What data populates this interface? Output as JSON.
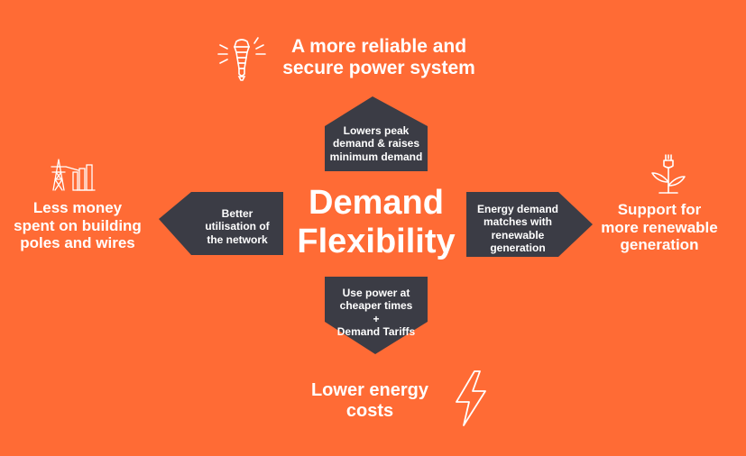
{
  "colors": {
    "background": "#FF6B35",
    "arrow": "#3B3C45",
    "text": "#FFFFFF"
  },
  "center": {
    "line1": "Demand",
    "line2": "Flexibility"
  },
  "arrows": {
    "up": {
      "line1": "Lowers peak",
      "line2": "demand & raises",
      "line3": "minimum demand"
    },
    "left": {
      "line1": "Better",
      "line2": "utilisation of",
      "line3": "the network"
    },
    "right": {
      "line1": "Energy demand",
      "line2": "matches with",
      "line3": "renewable",
      "line4": "generation"
    },
    "down": {
      "line1": "Use power at",
      "line2": "cheaper times",
      "line3": "+",
      "line4": "Demand Tariffs"
    }
  },
  "outcomes": {
    "top": {
      "line1": "A more reliable and",
      "line2": "secure power system",
      "icon": "lightbulb-icon"
    },
    "left": {
      "line1": "Less money",
      "line2": "spent on building",
      "line3": "poles and wires",
      "icon": "power-pylon-icon"
    },
    "right": {
      "line1": "Support for",
      "line2": "more renewable",
      "line3": "generation",
      "icon": "plant-plug-icon"
    },
    "bottom": {
      "line1": "Lower energy",
      "line2": "costs",
      "icon": "lightning-bolt-icon"
    }
  }
}
